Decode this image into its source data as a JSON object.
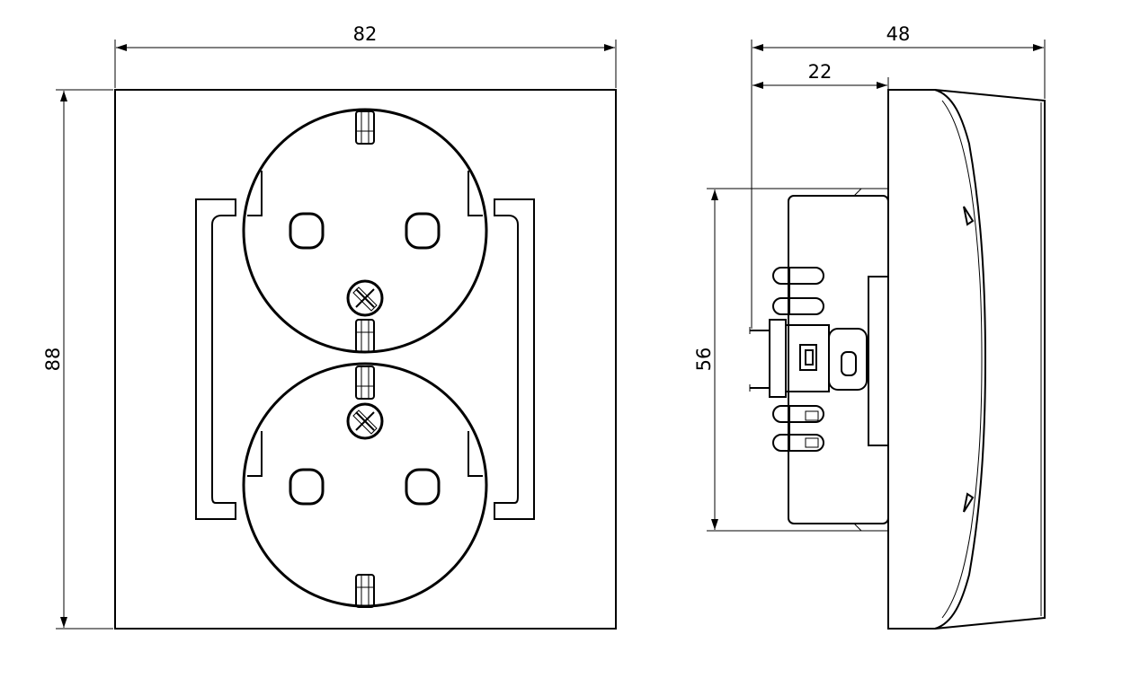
{
  "dimensions": {
    "front_width": "82",
    "front_height": "88",
    "side_depth": "48",
    "side_inner_depth": "22",
    "side_height": "56"
  },
  "colors": {
    "line": "#000000",
    "background": "#ffffff"
  }
}
